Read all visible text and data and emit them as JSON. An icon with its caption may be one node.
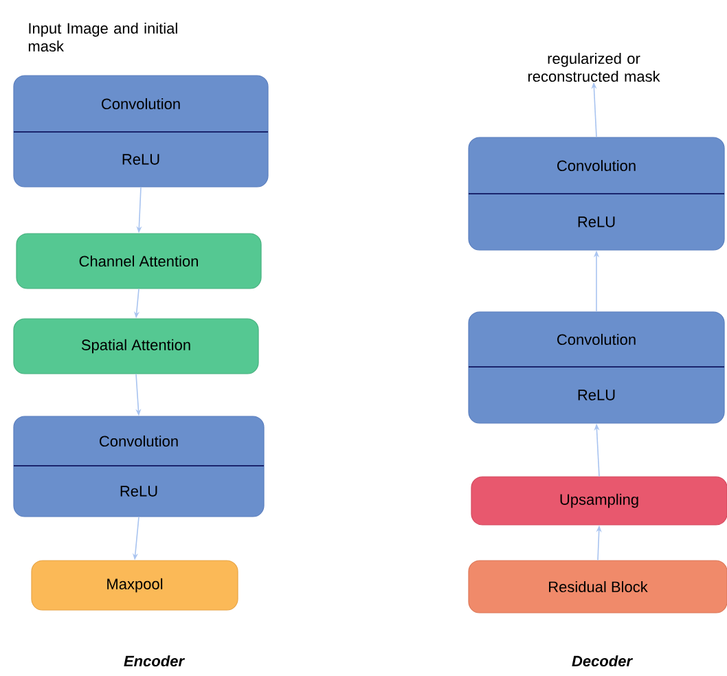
{
  "diagram": {
    "nodes": [
      {
        "text": [
          "Convolution",
          "ReLU"
        ]
      },
      {
        "text": [
          "Channel Attention"
        ]
      },
      {
        "text": [
          "Spatial  Attention"
        ]
      },
      {
        "text": [
          "Convolution",
          "ReLU"
        ]
      },
      {
        "text": [
          "Maxpool"
        ]
      },
      {
        "text": [
          "Residual Block"
        ]
      },
      {
        "text": [
          "Upsampling"
        ]
      },
      {
        "text": [
          "Convolution",
          "ReLU"
        ]
      },
      {
        "text": [
          "Convolution",
          "ReLU"
        ]
      },
      {
        "text": [
          "regularized or reconstructed mask"
        ]
      }
    ],
    "edges": [
      {
        "from": 0,
        "to": 1,
        "arrow": "to"
      },
      {
        "from": 1,
        "to": 2,
        "arrow": "to"
      },
      {
        "from": 2,
        "to": 3,
        "arrow": "to"
      },
      {
        "from": 3,
        "to": 4,
        "arrow": "to"
      },
      {
        "from": 5,
        "to": 6,
        "arrow": "to"
      },
      {
        "from": 6,
        "to": 7,
        "arrow": "to"
      },
      {
        "from": 7,
        "to": 8,
        "arrow": "to"
      },
      {
        "from": 8,
        "to": 9,
        "arrow": "to"
      }
    ],
    "labels": [
      "Input Image and initial mask",
      "Encoder",
      "Decoder"
    ]
  }
}
